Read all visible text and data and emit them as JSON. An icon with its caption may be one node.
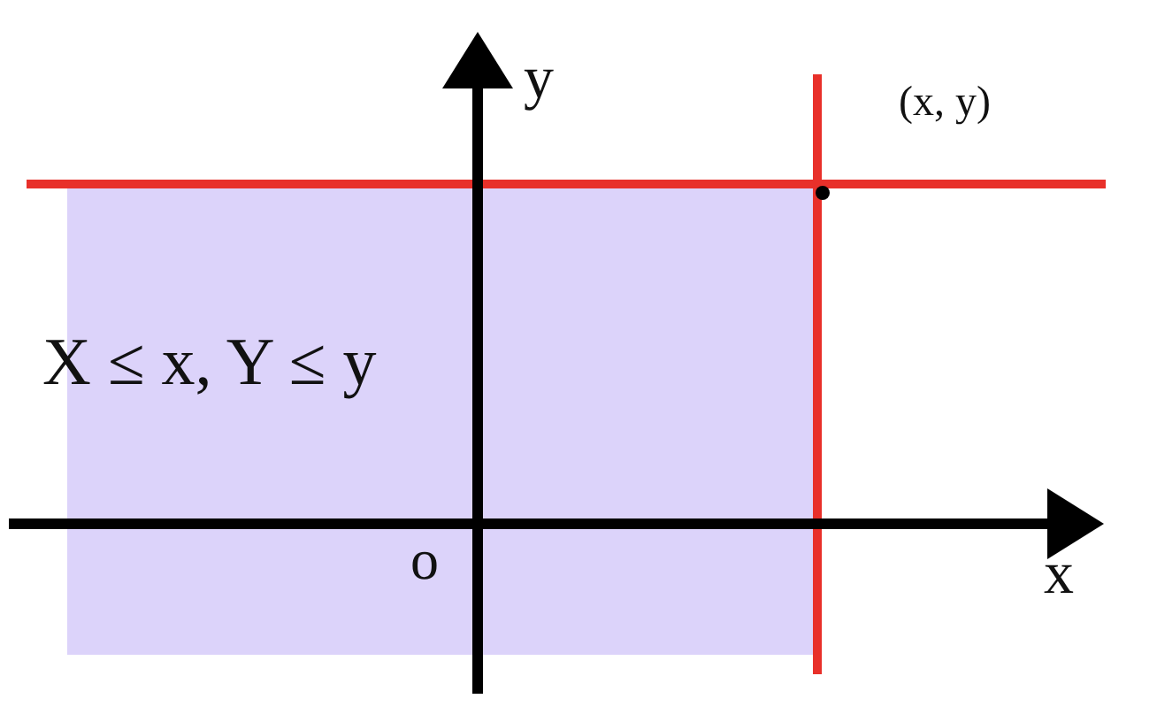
{
  "diagram": {
    "nodes": [
      {
        "text": [
          "X ≤ x, Y ≤ y"
        ]
      }
    ],
    "labels": [
      "y",
      "(x, y)",
      "o",
      "x"
    ]
  }
}
